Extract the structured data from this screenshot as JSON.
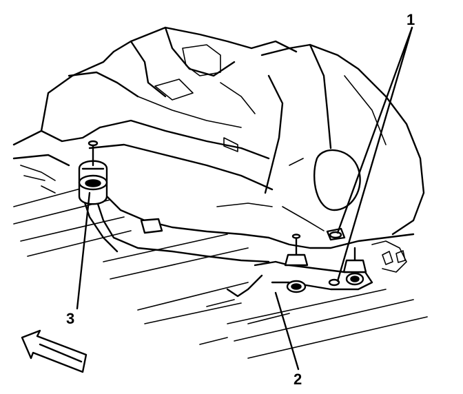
{
  "callouts": [
    {
      "id": "1",
      "text": "1"
    },
    {
      "id": "2",
      "text": "2"
    },
    {
      "id": "3",
      "text": "3"
    }
  ],
  "icons": {
    "direction_arrow": "front-direction-arrow-icon"
  },
  "colors": {
    "ink": "#000000",
    "paper": "#ffffff"
  }
}
